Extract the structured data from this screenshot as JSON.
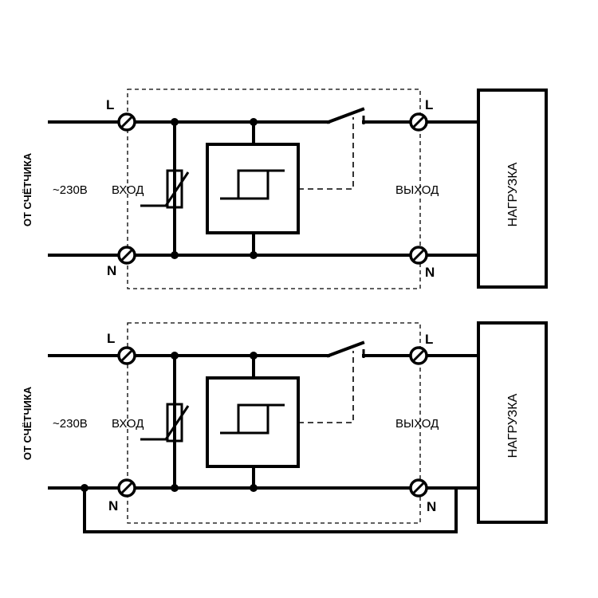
{
  "diagrams": [
    {
      "id": "top",
      "label_L_in": "L",
      "label_N_in": "N",
      "label_L_out": "L",
      "label_N_out": "N",
      "source_label": "ОТ СЧЁТЧИКА",
      "voltage_label": "~230В",
      "input_label": "ВХОД",
      "output_label": "ВЫХОД",
      "load_label": "НАГРУЗКА"
    },
    {
      "id": "bottom",
      "label_L_in": "L",
      "label_N_in": "N",
      "label_L_out": "L",
      "label_N_out": "N",
      "source_label": "ОТ СЧЁТЧИКА",
      "voltage_label": "~230В",
      "input_label": "ВХОД",
      "output_label": "ВЫХОД",
      "load_label": "НАГРУЗКА"
    }
  ]
}
